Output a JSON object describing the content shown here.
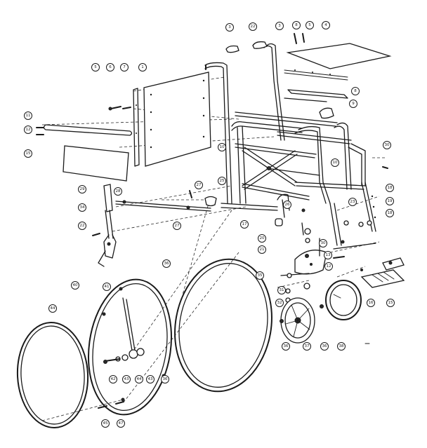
{
  "diagram": {
    "callouts": [
      {
        "label": "3"
      },
      {
        "label": "22"
      },
      {
        "label": "3"
      },
      {
        "label": "8"
      },
      {
        "label": "5"
      },
      {
        "label": "4"
      },
      {
        "label": "5"
      },
      {
        "label": "6"
      },
      {
        "label": "7"
      },
      {
        "label": "1"
      },
      {
        "label": "8"
      },
      {
        "label": "9"
      },
      {
        "label": "10"
      },
      {
        "label": "11"
      },
      {
        "label": "12"
      },
      {
        "label": "15"
      },
      {
        "label": "30"
      },
      {
        "label": "10"
      },
      {
        "label": "28"
      },
      {
        "label": "29"
      },
      {
        "label": "34"
      },
      {
        "label": "26"
      },
      {
        "label": "22"
      },
      {
        "label": "27"
      },
      {
        "label": "25"
      },
      {
        "label": "17"
      },
      {
        "label": "18"
      },
      {
        "label": "19"
      },
      {
        "label": "20"
      },
      {
        "label": "21"
      },
      {
        "label": "27"
      },
      {
        "label": "23"
      },
      {
        "label": "18"
      },
      {
        "label": "30"
      },
      {
        "label": "13"
      },
      {
        "label": "12"
      },
      {
        "label": "16"
      },
      {
        "label": "15"
      },
      {
        "label": "35"
      },
      {
        "label": "31"
      },
      {
        "label": "32"
      },
      {
        "label": "36"
      },
      {
        "label": "37"
      },
      {
        "label": "38"
      },
      {
        "label": "36"
      },
      {
        "label": "36"
      },
      {
        "label": "40"
      },
      {
        "label": "41"
      },
      {
        "label": "44"
      },
      {
        "label": "42"
      },
      {
        "label": "43"
      },
      {
        "label": "44"
      },
      {
        "label": "43"
      },
      {
        "label": "36"
      },
      {
        "label": "45"
      },
      {
        "label": "47"
      }
    ]
  }
}
